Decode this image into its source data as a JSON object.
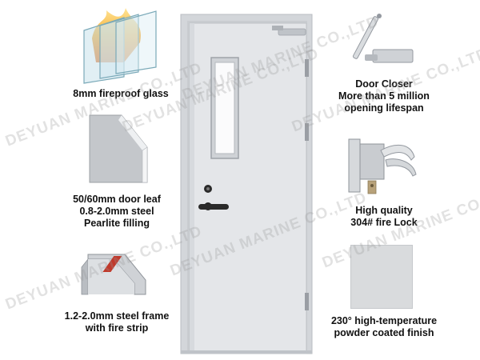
{
  "features": {
    "glass": {
      "lines": [
        "8mm fireproof glass"
      ]
    },
    "leaf": {
      "lines": [
        "50/60mm door leaf",
        "0.8-2.0mm steel",
        "Pearlite filling"
      ]
    },
    "frame": {
      "lines": [
        "1.2-2.0mm steel frame",
        "with fire strip"
      ]
    },
    "closer": {
      "lines": [
        "Door Closer",
        "More than 5 million",
        "opening lifespan"
      ]
    },
    "lock": {
      "lines": [
        "High quality",
        "304# fire Lock"
      ]
    },
    "finish": {
      "lines": [
        "230° high-temperature",
        "powder coated finish"
      ]
    }
  },
  "watermark": "DEYUAN MARINE CO.,LTD",
  "colors": {
    "door": "#e4e6e9",
    "door_edge": "#c9ccd0",
    "frame": "#d3d6da",
    "handle": "#2a2a2a",
    "accent_red": "#c0392b"
  }
}
